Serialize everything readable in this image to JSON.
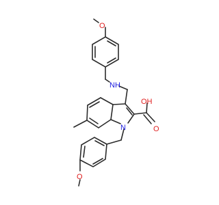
{
  "molecule": {
    "atoms": [
      {
        "id": "o_top",
        "label": "O",
        "color": "#e02020"
      },
      {
        "id": "nh",
        "label": "NH",
        "color": "#2020e0"
      },
      {
        "id": "oh",
        "label": "OH",
        "color": "#e02020"
      },
      {
        "id": "o_acid",
        "label": "O",
        "color": "#e02020"
      },
      {
        "id": "n_indole",
        "label": "N",
        "color": "#2020e0"
      },
      {
        "id": "o_bottom",
        "label": "O",
        "color": "#e02020"
      }
    ]
  }
}
